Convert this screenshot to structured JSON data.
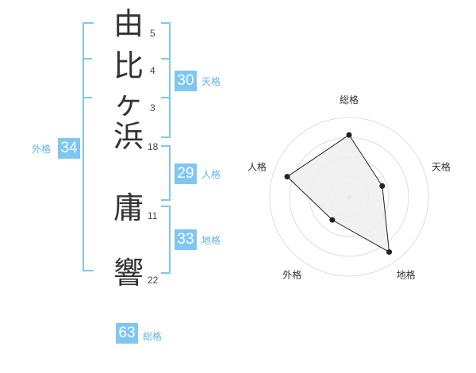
{
  "name": {
    "chars": [
      {
        "char": "由",
        "strokes": "5"
      },
      {
        "char": "比",
        "strokes": "4"
      },
      {
        "char": "ヶ",
        "strokes": "3"
      },
      {
        "char": "浜",
        "strokes": "18"
      },
      {
        "char": "庸",
        "strokes": "11"
      },
      {
        "char": "響",
        "strokes": "22"
      }
    ]
  },
  "kaku": {
    "tenkaku": {
      "value": "30",
      "label": "天格"
    },
    "jinkaku": {
      "value": "29",
      "label": "人格"
    },
    "chikaku": {
      "value": "33",
      "label": "地格"
    },
    "gaikaku": {
      "value": "34",
      "label": "外格"
    },
    "soukaku": {
      "value": "63",
      "label": "総格"
    }
  },
  "chart_data": {
    "type": "radar",
    "axes": [
      "総格",
      "天格",
      "地格",
      "外格",
      "人格"
    ],
    "values": [
      0.78,
      0.44,
      0.86,
      0.36,
      0.82
    ],
    "range": [
      0,
      1
    ],
    "rings": 4,
    "colors": {
      "fill": "#eeeeee",
      "line": "#222222",
      "ring": "#dddddd",
      "accent": "#7fc6f2"
    }
  }
}
